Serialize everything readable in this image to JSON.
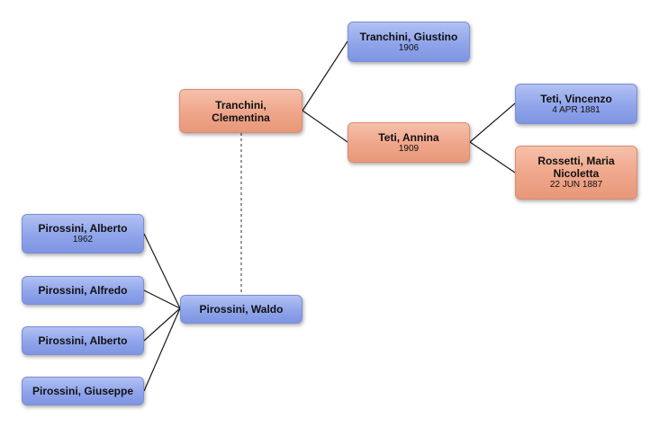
{
  "people": {
    "clementina": {
      "name": "Tranchini, Clementina",
      "date": ""
    },
    "giustino": {
      "name": "Tranchini, Giustino",
      "date": "1906"
    },
    "annina": {
      "name": "Teti, Annina",
      "date": "1909"
    },
    "vincenzo": {
      "name": "Teti, Vincenzo",
      "date": "4 APR 1881"
    },
    "maria": {
      "name": "Rossetti, Maria Nicoletta",
      "date": "22 JUN 1887"
    },
    "waldo": {
      "name": "Pirossini, Waldo",
      "date": ""
    },
    "alberto1": {
      "name": "Pirossini, Alberto",
      "date": "1962"
    },
    "alfredo": {
      "name": "Pirossini, Alfredo",
      "date": ""
    },
    "alberto2": {
      "name": "Pirossini, Alberto",
      "date": ""
    },
    "giuseppe": {
      "name": "Pirossini, Giuseppe",
      "date": ""
    }
  },
  "colors": {
    "male_box": "#8fa4ea",
    "female_box": "#efa58a",
    "line": "#1a1a1a",
    "spouse_line": "#777777"
  }
}
